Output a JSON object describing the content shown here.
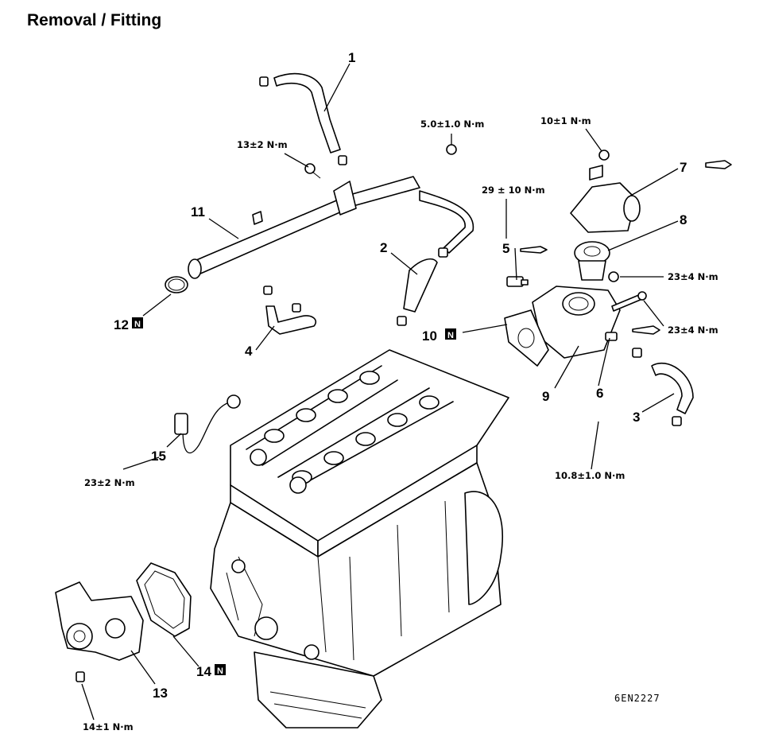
{
  "page": {
    "title": "Removal / Fitting"
  },
  "callouts": {
    "c1": "1",
    "c2": "2",
    "c3": "3",
    "c4": "4",
    "c5": "5",
    "c6": "6",
    "c7": "7",
    "c8": "8",
    "c9": "9",
    "c10": "10",
    "c11": "11",
    "c12": "12",
    "c13": "13",
    "c14": "14",
    "c15": "15"
  },
  "new_part_mark": "N",
  "torques": {
    "t_13": "13±2 N·m",
    "t_5_0": "5.0±1.0 N·m",
    "t_10": "10±1 N·m",
    "t_29": "29 ± 10 N·m",
    "t_23a": "23±4 N·m",
    "t_23b": "23±4 N·m",
    "t_10_8": "10.8±1.0 N·m",
    "t_23_2": "23±2 N·m",
    "t_14": "14±1 N·m"
  },
  "figure_code": "6EN2227"
}
